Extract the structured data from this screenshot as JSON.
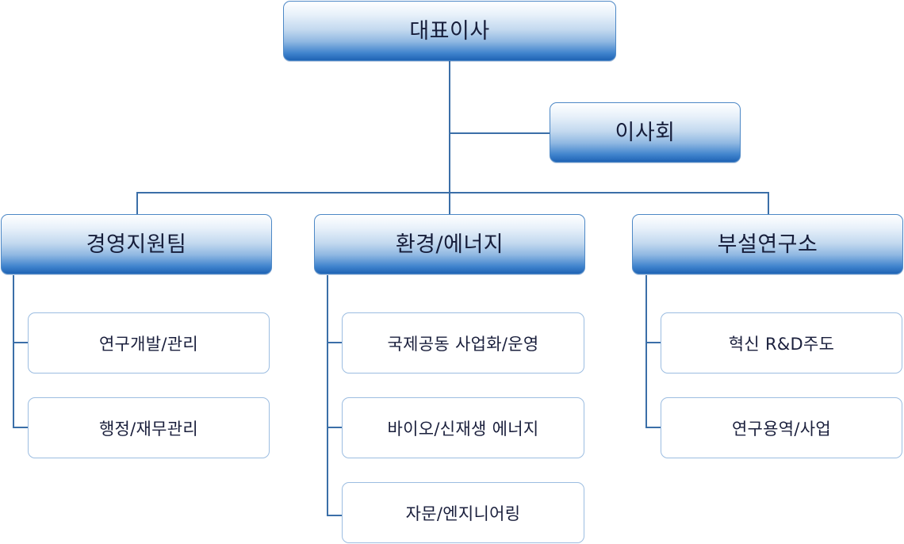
{
  "diagram": {
    "top": {
      "ceo": "대표이사",
      "board": "이사회"
    },
    "departments": [
      {
        "name": "경영지원팀",
        "units": [
          "연구개발/관리",
          "행정/재무관리"
        ]
      },
      {
        "name": "환경/에너지",
        "units": [
          "국제공동 사업화/운영",
          "바이오/신재생 에너지",
          "자문/엔지니어링"
        ]
      },
      {
        "name": "부설연구소",
        "units": [
          "혁신 R&D주도",
          "연구용역/사업"
        ]
      }
    ]
  },
  "colors": {
    "line": "#3b6fa8",
    "box_border": "#9cbde1",
    "gradient_top": "#ffffff",
    "gradient_bottom": "#1f63b4",
    "text": "#161d3a"
  }
}
